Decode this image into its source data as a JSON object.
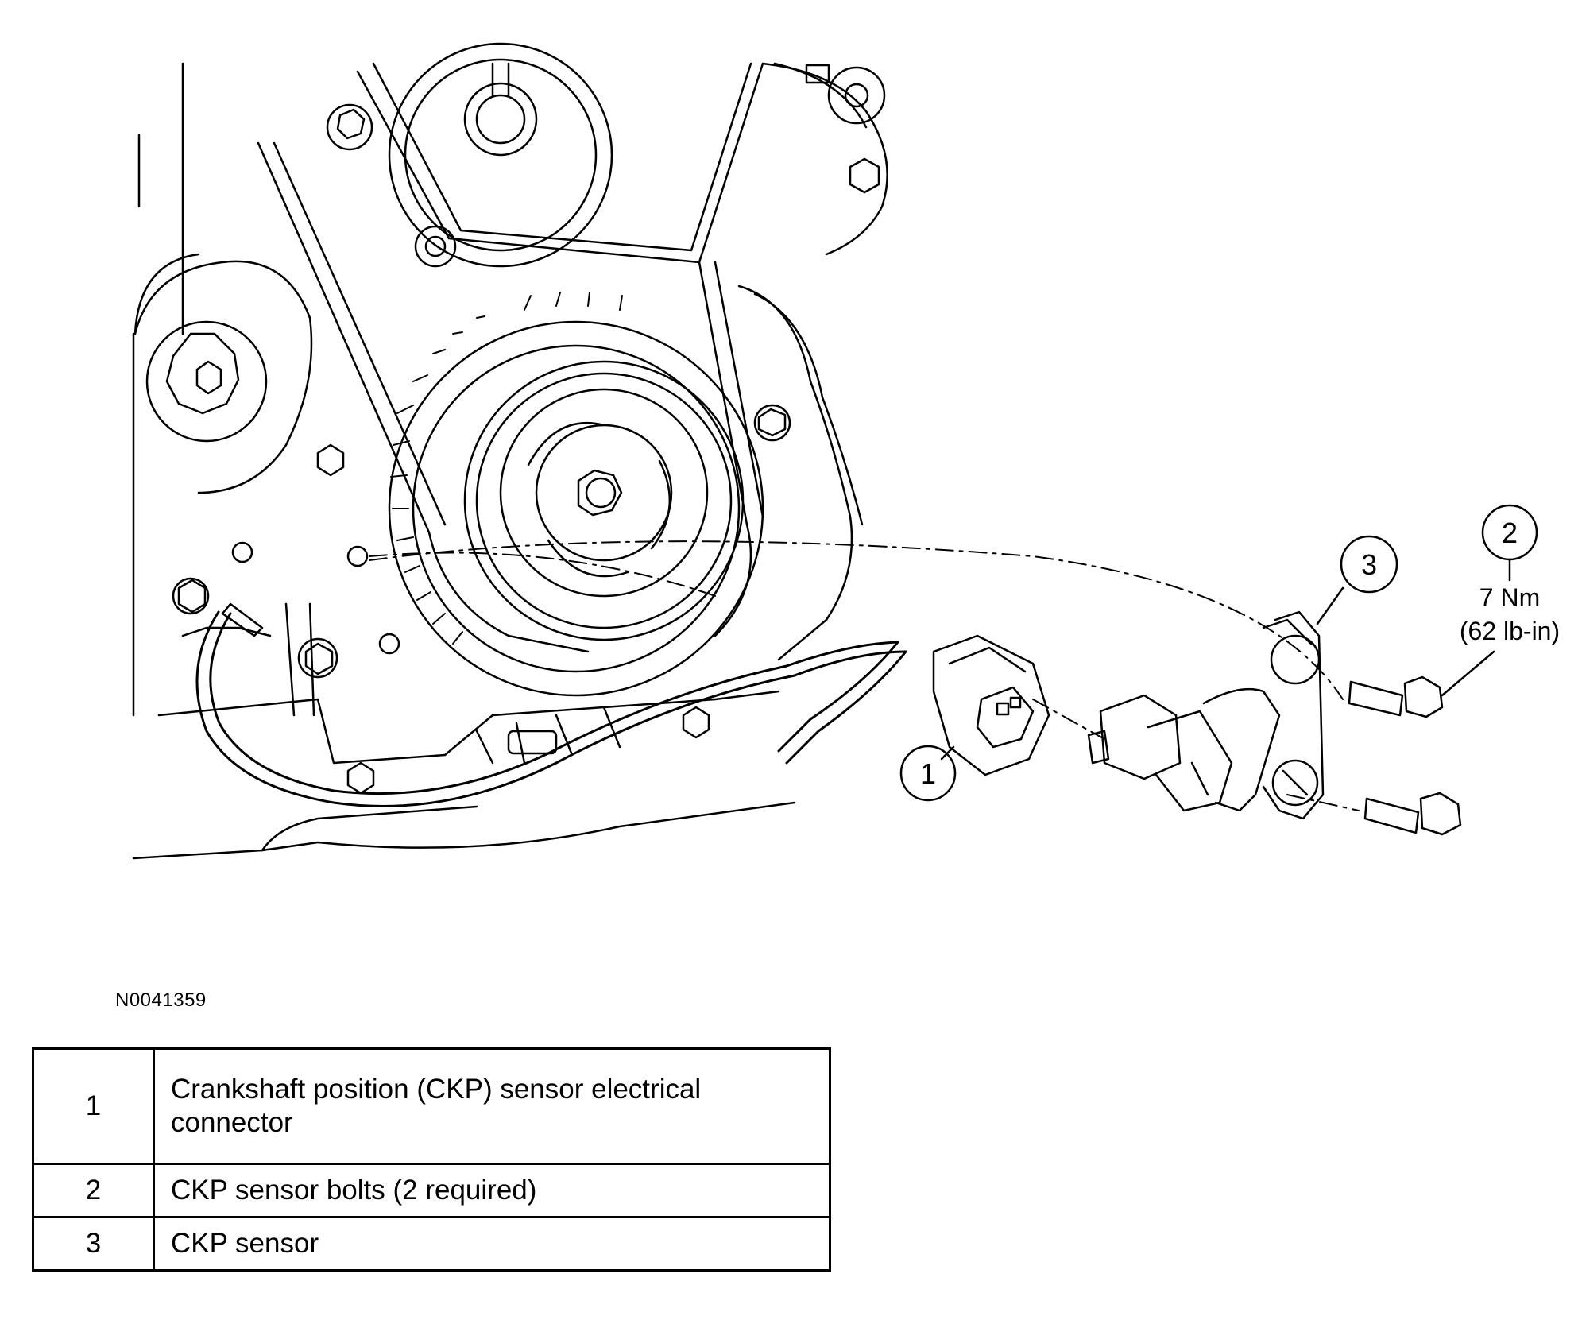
{
  "figure": {
    "id": "N0041359",
    "callouts": {
      "c1": "1",
      "c2": "2",
      "c3": "3",
      "torque_nm": "7 Nm",
      "torque_lbin": "(62 lb-in)"
    }
  },
  "legend": {
    "rows": [
      {
        "num": "1",
        "desc": "Crankshaft position (CKP) sensor electrical connector"
      },
      {
        "num": "2",
        "desc": "CKP sensor bolts (2 required)"
      },
      {
        "num": "3",
        "desc": "CKP sensor"
      }
    ]
  }
}
